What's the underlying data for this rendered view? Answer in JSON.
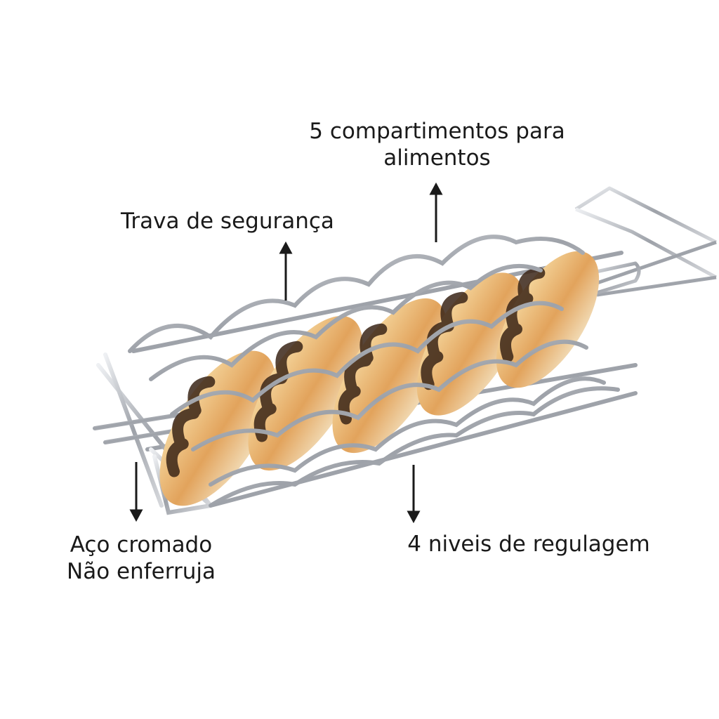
{
  "labels": {
    "compartments_line1": "5 compartimentos para",
    "compartments_line2": "alimentos",
    "safety_lock": "Trava de segurança",
    "material_line1": "Aço cromado",
    "material_line2": "Não enferruja",
    "adjust_levels": "4 niveis de regulagem"
  },
  "colors": {
    "text": "#1a1a1a",
    "chrome": "#b9bcc2",
    "bread": "#e8b878",
    "char": "#3a2416"
  }
}
